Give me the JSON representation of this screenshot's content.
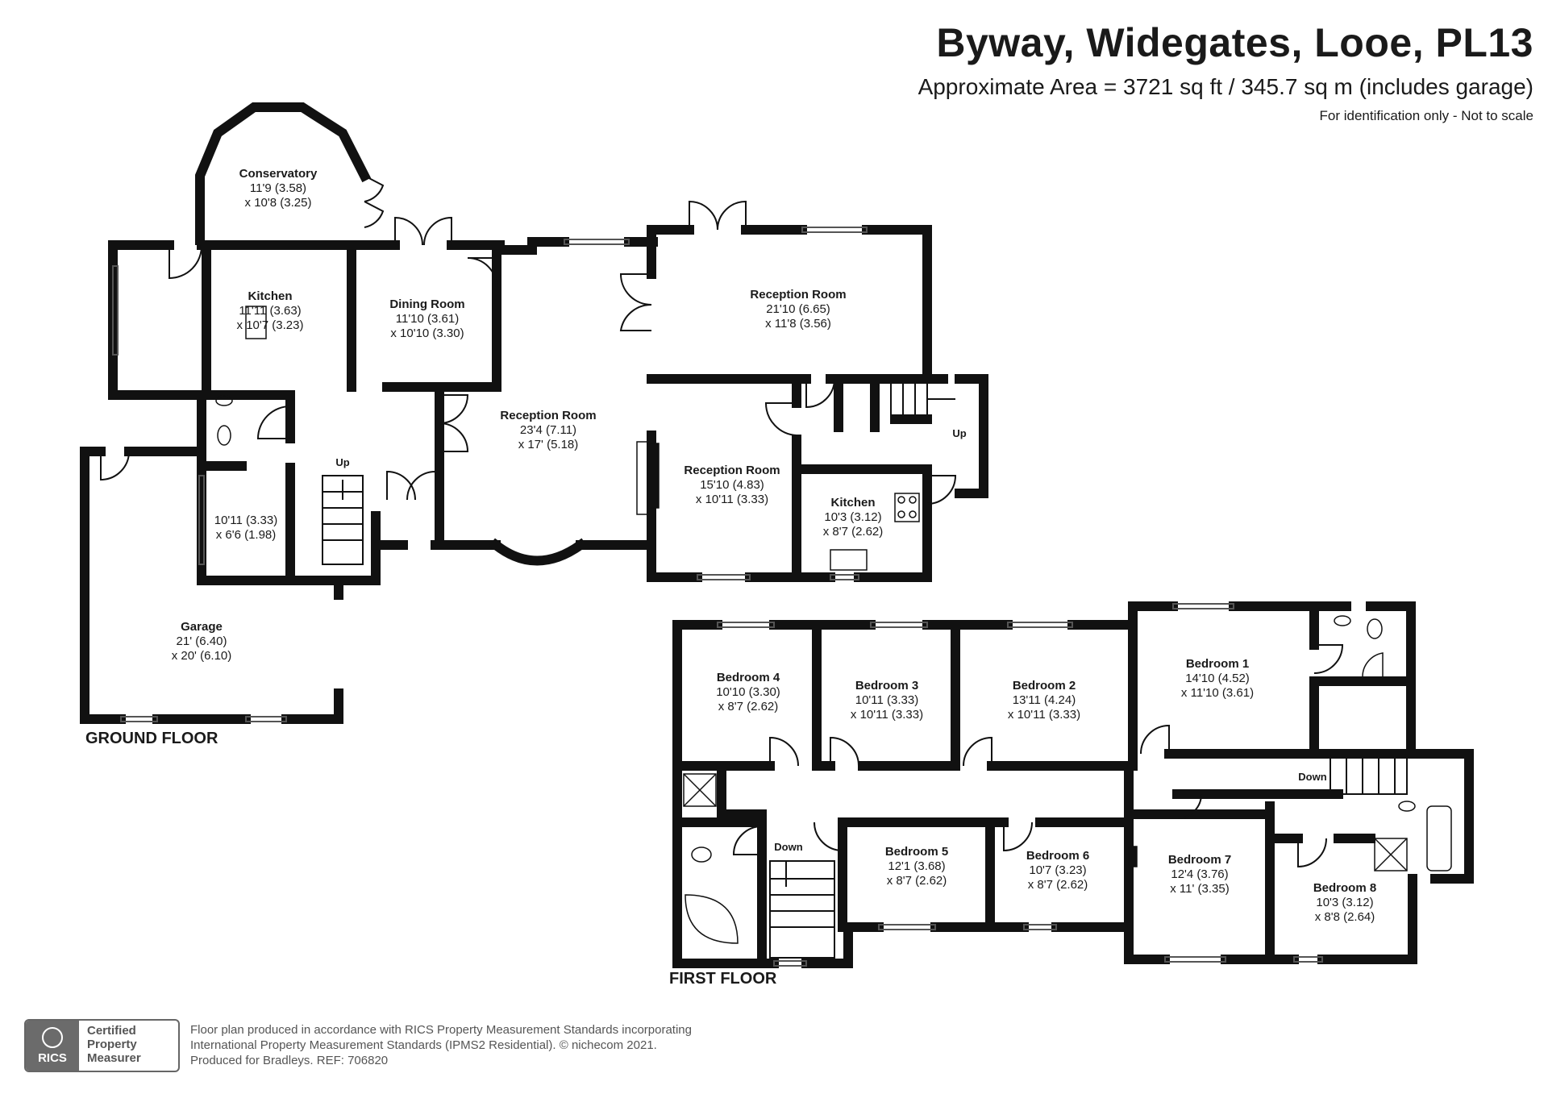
{
  "header": {
    "title": "Byway, Widegates, Looe, PL13",
    "area": "Approximate Area = 3721 sq ft / 345.7 sq m (includes garage)",
    "note": "For identification only - Not to scale"
  },
  "floors": {
    "ground": "GROUND FLOOR",
    "first": "FIRST FLOOR"
  },
  "stairs": {
    "ground_up": "Up",
    "ground_up_right": "Up",
    "first_down_left": "Down",
    "first_down_right": "Down"
  },
  "rooms": {
    "conservatory": {
      "name": "Conservatory",
      "dim1": "11'9 (3.58)",
      "dim2": "x 10'8 (3.25)"
    },
    "kitchen1": {
      "name": "Kitchen",
      "dim1": "11'11 (3.63)",
      "dim2": "x 10'7 (3.23)"
    },
    "dining": {
      "name": "Dining Room",
      "dim1": "11'10 (3.61)",
      "dim2": "x 10'10 (3.30)"
    },
    "reception_main": {
      "name": "Reception Room",
      "dim1": "23'4 (7.11)",
      "dim2": "x 17' (5.18)"
    },
    "reception_top": {
      "name": "Reception Room",
      "dim1": "21'10 (6.65)",
      "dim2": "x 11'8 (3.56)"
    },
    "reception_mid": {
      "name": "Reception Room",
      "dim1": "15'10 (4.83)",
      "dim2": "x 10'11 (3.33)"
    },
    "kitchen2": {
      "name": "Kitchen",
      "dim1": "10'3 (3.12)",
      "dim2": "x 8'7 (2.62)"
    },
    "utility": {
      "name": "",
      "dim1": "10'11 (3.33)",
      "dim2": "x 6'6 (1.98)"
    },
    "garage": {
      "name": "Garage",
      "dim1": "21' (6.40)",
      "dim2": "x 20' (6.10)"
    },
    "bedroom1": {
      "name": "Bedroom 1",
      "dim1": "14'10 (4.52)",
      "dim2": "x 11'10 (3.61)"
    },
    "bedroom2": {
      "name": "Bedroom 2",
      "dim1": "13'11 (4.24)",
      "dim2": "x 10'11 (3.33)"
    },
    "bedroom3": {
      "name": "Bedroom 3",
      "dim1": "10'11 (3.33)",
      "dim2": "x 10'11 (3.33)"
    },
    "bedroom4": {
      "name": "Bedroom 4",
      "dim1": "10'10 (3.30)",
      "dim2": "x 8'7 (2.62)"
    },
    "bedroom5": {
      "name": "Bedroom 5",
      "dim1": "12'1 (3.68)",
      "dim2": "x 8'7 (2.62)"
    },
    "bedroom6": {
      "name": "Bedroom 6",
      "dim1": "10'7 (3.23)",
      "dim2": "x 8'7 (2.62)"
    },
    "bedroom7": {
      "name": "Bedroom 7",
      "dim1": "12'4 (3.76)",
      "dim2": "x 11' (3.35)"
    },
    "bedroom8": {
      "name": "Bedroom 8",
      "dim1": "10'3 (3.12)",
      "dim2": "x 8'8 (2.64)"
    }
  },
  "footer": {
    "line1": "Floor plan produced in accordance with RICS Property Measurement Standards incorporating",
    "line2": "International Property Measurement Standards (IPMS2 Residential).  © nichecom 2021.",
    "line3": "Produced for Bradleys.   REF: 706820",
    "rics_word": "RICS",
    "rics_cert": "Certified\nProperty\nMeasurer"
  },
  "colors": {
    "wall": "#111111",
    "text": "#1a1a1a",
    "footer_text": "#555555",
    "rics_grey": "#6b6b6b"
  }
}
